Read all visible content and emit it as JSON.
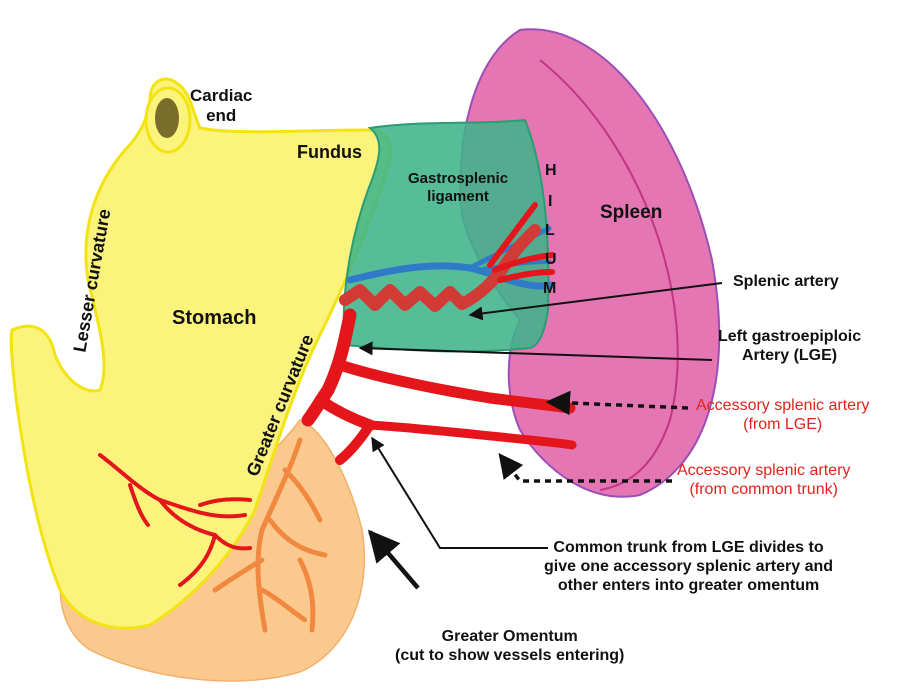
{
  "labels": {
    "cardiac_end": "Cardiac\nend",
    "fundus": "Fundus",
    "gastrosplenic_ligament": "Gastrosplenic\nligament",
    "hilum_letters": [
      "H",
      "I",
      "L",
      "U",
      "M"
    ],
    "spleen": "Spleen",
    "lesser_curvature": "Lesser curvature",
    "stomach": "Stomach",
    "greater_curvature": "Greater curvature",
    "splenic_artery": "Splenic artery",
    "left_gastroepiploic": "Left gastroepiploic\nArtery (LGE)",
    "accessory_from_lge": "Accessory splenic artery\n(from LGE)",
    "accessory_from_trunk": "Accessory splenic artery\n(from common trunk)",
    "common_trunk": "Common trunk from LGE divides to\ngive one accessory splenic artery and\nother enters into greater omentum",
    "greater_omentum": "Greater Omentum\n(cut to show vessels entering)"
  },
  "colors": {
    "stomach": "#fbf37c",
    "stomach_outline": "#f2e313",
    "spleen": "#e476b4",
    "spleen_outline": "#c2367f",
    "ligament": "#3fb48a",
    "omentum": "#fbc98e",
    "artery": "#e4161b",
    "vein": "#2f7bc8",
    "omentum_vessel": "#f0883f",
    "label_red": "#e0231c"
  }
}
